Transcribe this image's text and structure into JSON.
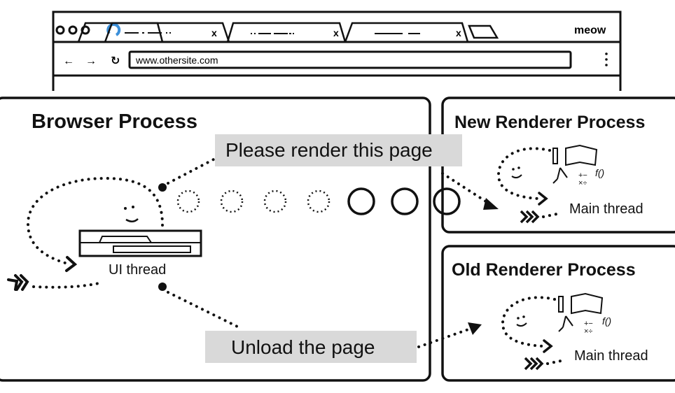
{
  "browser_window": {
    "tabs": [
      {
        "close_icon": "x",
        "loading": true
      },
      {
        "close_icon": "x"
      },
      {
        "close_icon": "x"
      }
    ],
    "profile_label": "meow",
    "url": "www.othersite.com",
    "menu_icon": "kebab-icon"
  },
  "browser_process": {
    "title": "Browser Process",
    "ui_thread_label": "UI thread",
    "message_render": "Please render this page",
    "message_unload": "Unload the page"
  },
  "new_renderer": {
    "title": "New Renderer Process",
    "thread_label": "Main thread",
    "func_label": "f()"
  },
  "old_renderer": {
    "title": "Old Renderer Process",
    "thread_label": "Main thread",
    "func_label": "f()"
  },
  "colors": {
    "message_box": "#d9d9d9",
    "loading_spinner": "#3b8fd9",
    "stroke": "#111111"
  }
}
